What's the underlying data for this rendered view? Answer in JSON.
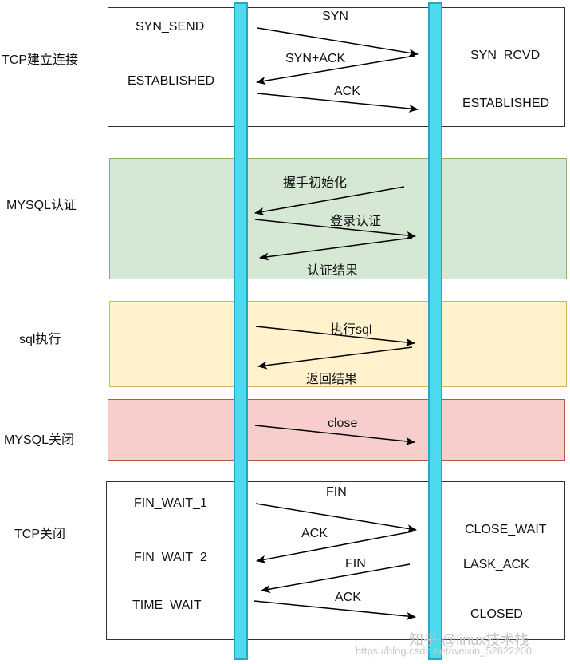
{
  "sections": {
    "tcp_connect": {
      "label": "TCP建立连接",
      "fill": "#ffffff",
      "stroke": "#333333"
    },
    "mysql_auth": {
      "label": "MYSQL认证",
      "fill": "#d5e8d4",
      "stroke": "#82b366"
    },
    "sql_exec": {
      "label": "sql执行",
      "fill": "#fff2cc",
      "stroke": "#d6b656"
    },
    "mysql_close": {
      "label": "MYSQL关闭",
      "fill": "#f8cecc",
      "stroke": "#b85450"
    },
    "tcp_close": {
      "label": "TCP关闭",
      "fill": "#ffffff",
      "stroke": "#333333"
    }
  },
  "states": {
    "client": [
      "SYN_SEND",
      "ESTABLISHED",
      "FIN_WAIT_1",
      "FIN_WAIT_2",
      "TIME_WAIT"
    ],
    "server": [
      "SYN_RCVD",
      "ESTABLISHED",
      "CLOSE_WAIT",
      "LASK_ACK",
      "CLOSED"
    ]
  },
  "messages": {
    "tcp_connect": [
      "SYN",
      "SYN+ACK",
      "ACK"
    ],
    "mysql_auth": [
      "握手初始化",
      "登录认证",
      "认证结果"
    ],
    "sql_exec": [
      "执行sql",
      "返回结果"
    ],
    "mysql_close": [
      "close"
    ],
    "tcp_close": [
      "FIN",
      "ACK",
      "FIN",
      "ACK"
    ]
  },
  "colors": {
    "lifeline_fill": "#4dd9ee",
    "lifeline_stroke": "#2aa6c0",
    "arrow": "#000000"
  },
  "watermark": {
    "zhihu": "知乎 @linux技术栈",
    "csdn": "https://blog.csdn.net/weixin_52622200"
  }
}
